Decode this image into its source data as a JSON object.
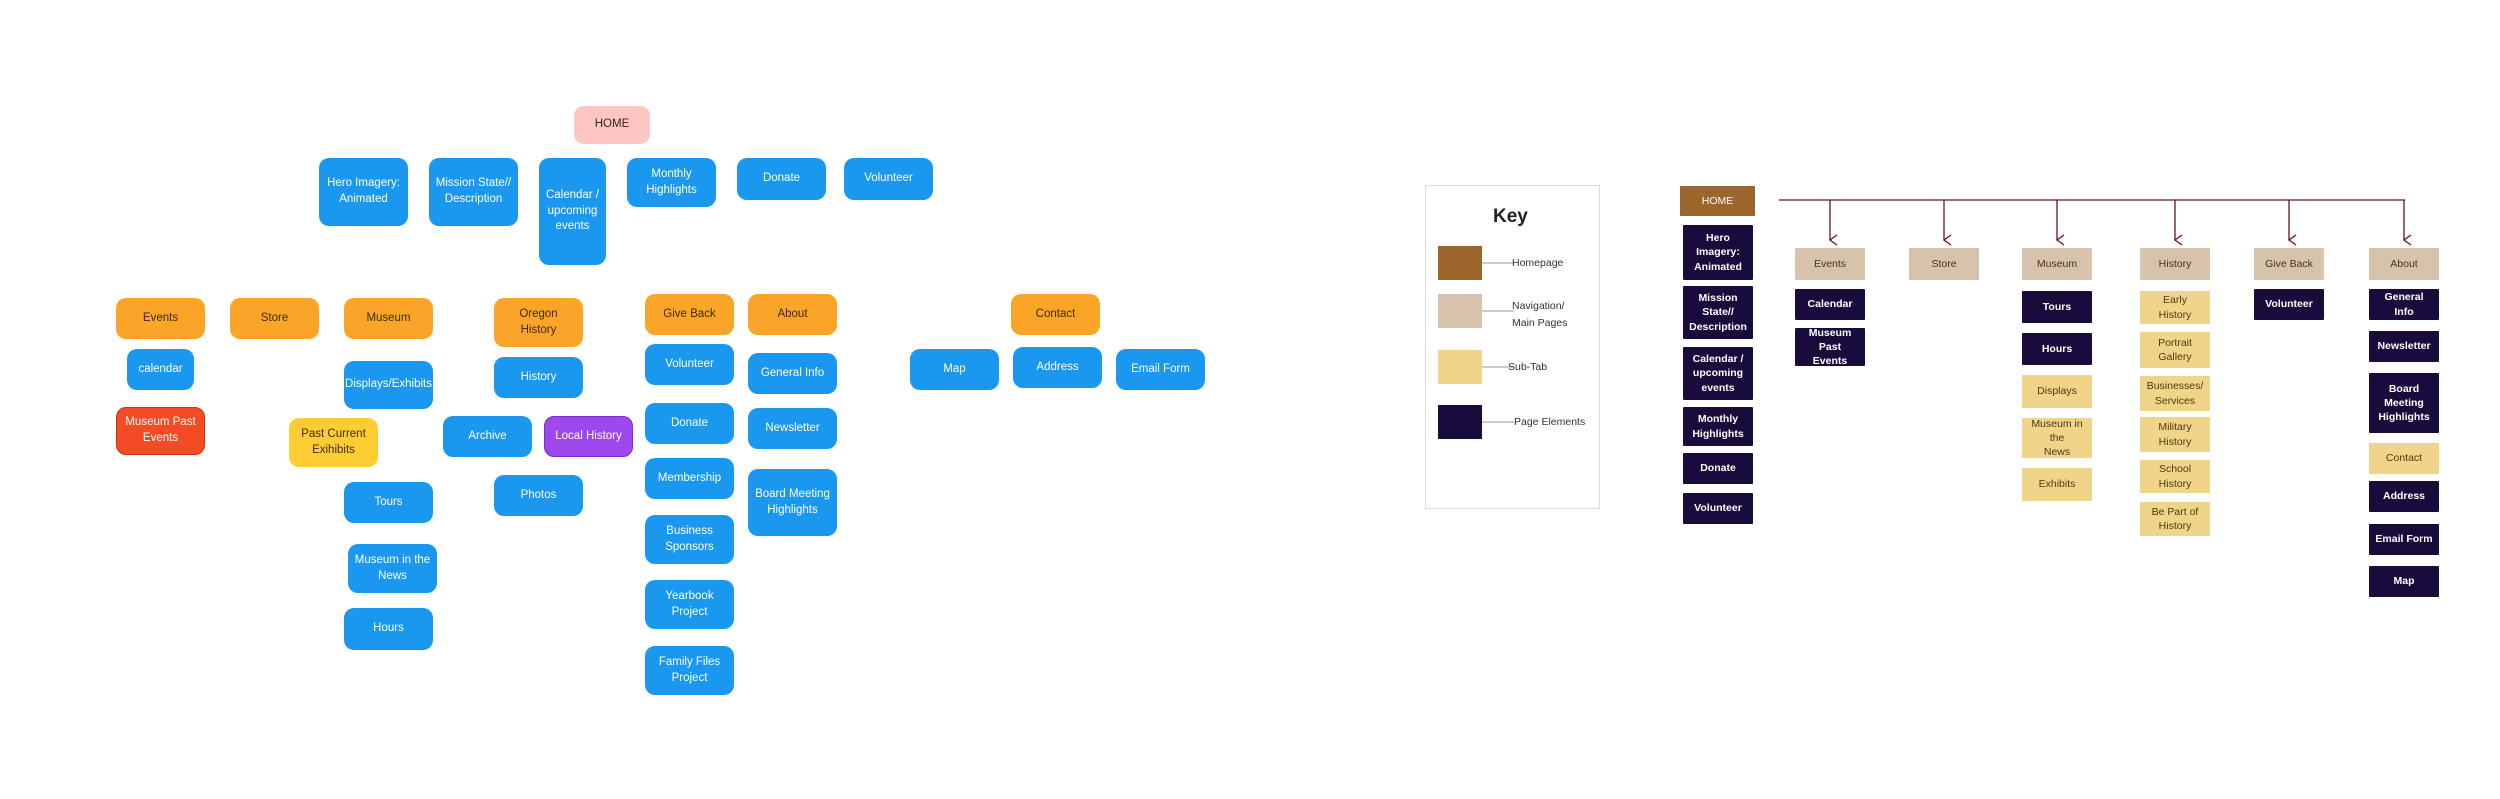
{
  "mindmap": {
    "home": "HOME",
    "home_children": [
      "Hero Imagery:\nAnimated",
      "Mission State//\nDescription",
      "Calendar /\nupcoming\nevents",
      "Monthly\nHighlights",
      "Donate",
      "Volunteer"
    ],
    "sections": [
      "Events",
      "Store",
      "Museum",
      "Oregon History",
      "Give Back",
      "About",
      "Contact"
    ],
    "events_items": [
      "calendar",
      "Museum Past\nEvents"
    ],
    "museum_items": [
      "Displays/Exhibits",
      "Past Current\nExihibits",
      "Tours",
      "Museum in the\nNews",
      "Hours"
    ],
    "oregon_items": [
      "History",
      "Archive",
      "Local History",
      "Photos"
    ],
    "giveback_items": [
      "Volunteer",
      "Donate",
      "Membership",
      "Business\nSponsors",
      "Yearbook Project",
      "Family  Files\nProject"
    ],
    "about_items": [
      "General Info",
      "Newsletter",
      "Board Meeting\nHighlights"
    ],
    "contact_items": [
      "Map",
      "Address",
      "Email Form"
    ]
  },
  "key": {
    "title": "Key",
    "entries": [
      {
        "label": "Homepage",
        "color": "#9b652c"
      },
      {
        "label": "Navigation/\nMain Pages",
        "color": "#d7c3ab"
      },
      {
        "label": "Sub-Tab",
        "color": "#f0d489"
      },
      {
        "label": "Page Elements",
        "color": "#190b3c"
      }
    ]
  },
  "sitemap": {
    "home": "HOME",
    "home_elements": [
      "Hero Imagery:\nAnimated",
      "Mission\nState//\nDescription",
      "Calendar /\nupcoming\nevents",
      "Monthly\nHighlights",
      "Donate",
      "Volunteer"
    ],
    "nav": [
      "Events",
      "Store",
      "Museum",
      "History",
      "Give Back",
      "About"
    ],
    "events": [
      "Calendar",
      "Museum Past\nEvents"
    ],
    "museum_elements": [
      "Tours",
      "Hours"
    ],
    "museum_subtabs": [
      "Displays",
      "Museum in the\nNews",
      "Exhibits"
    ],
    "history_subtabs": [
      "Early History",
      "Portrait\nGallery",
      "Businesses/\nServices",
      "Military\nHistory",
      "School History",
      "Be Part of\nHistory"
    ],
    "giveback": [
      "Volunteer"
    ],
    "about_elements": [
      "General Info",
      "Newsletter",
      "Board Meeting\nHighlights"
    ],
    "about_subtabs": [
      "Contact"
    ],
    "about_elements2": [
      "Address",
      "Email Form",
      "Map"
    ]
  },
  "colors": {
    "node_blue": "#1a98ef",
    "node_orange": "#fba528",
    "node_pink": "#fdc6c2",
    "node_red": "#f24b26",
    "node_yellow": "#fecd33",
    "node_purple": "#9c48ed",
    "connector": "#6b1414"
  }
}
